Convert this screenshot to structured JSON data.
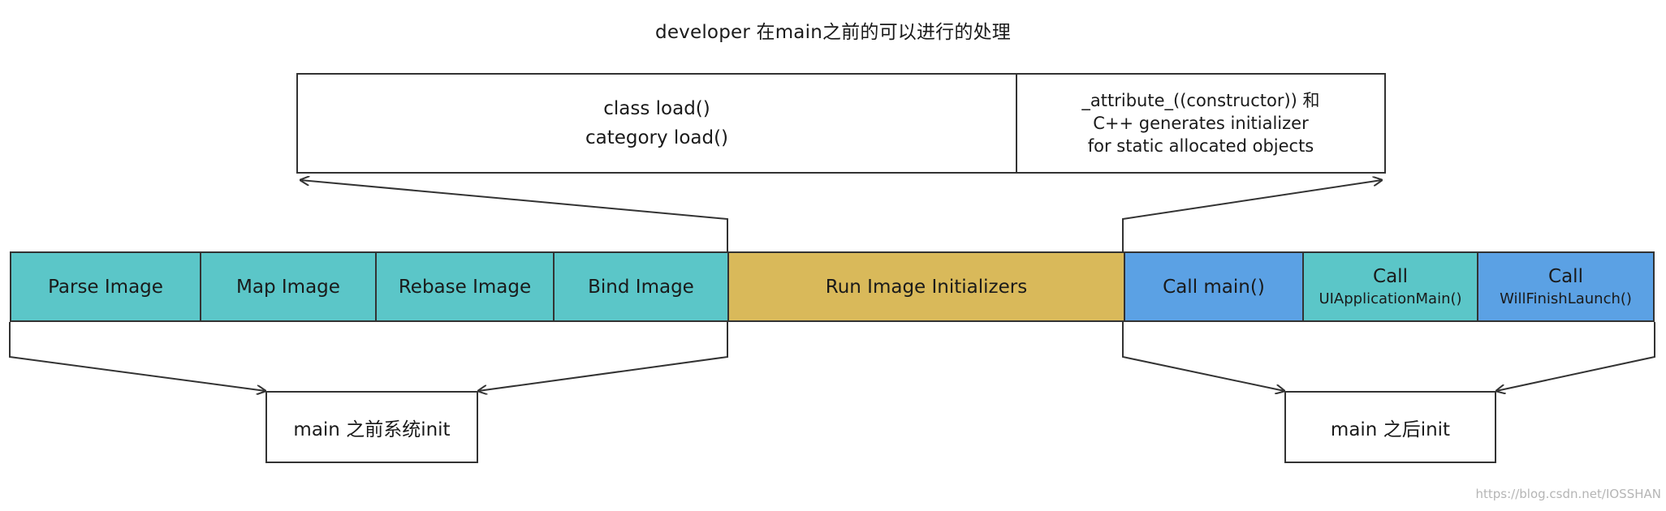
{
  "title": "developer 在main之前的可以进行的处理",
  "developer_box": {
    "load_lines": [
      "class load()",
      "category load()"
    ],
    "attribute_lines": [
      "_attribute_((constructor)) 和",
      "C++ generates initializer",
      "for static allocated objects"
    ]
  },
  "stages": [
    {
      "lines": [
        "Parse Image"
      ],
      "category": "system"
    },
    {
      "lines": [
        "Map Image"
      ],
      "category": "system"
    },
    {
      "lines": [
        "Rebase Image"
      ],
      "category": "system"
    },
    {
      "lines": [
        "Bind Image"
      ],
      "category": "system"
    },
    {
      "lines": [
        "Run Image Initializers"
      ],
      "category": "initializer"
    },
    {
      "lines": [
        "Call main()"
      ],
      "category": "after-main"
    },
    {
      "lines": [
        "Call",
        "UIApplicationMain()"
      ],
      "category": "after-main"
    },
    {
      "lines": [
        "Call",
        "WillFinishLaunch()"
      ],
      "category": "after-main"
    }
  ],
  "notes": {
    "pre_main": "main 之前系统init",
    "post_main": "main 之后init"
  },
  "watermark": "https://blog.csdn.net/IOSSHAN",
  "colors": {
    "system": "#5bc6c8",
    "initializer": "#d9b95a",
    "after_main": "#5ba1e4",
    "border": "#333333"
  }
}
